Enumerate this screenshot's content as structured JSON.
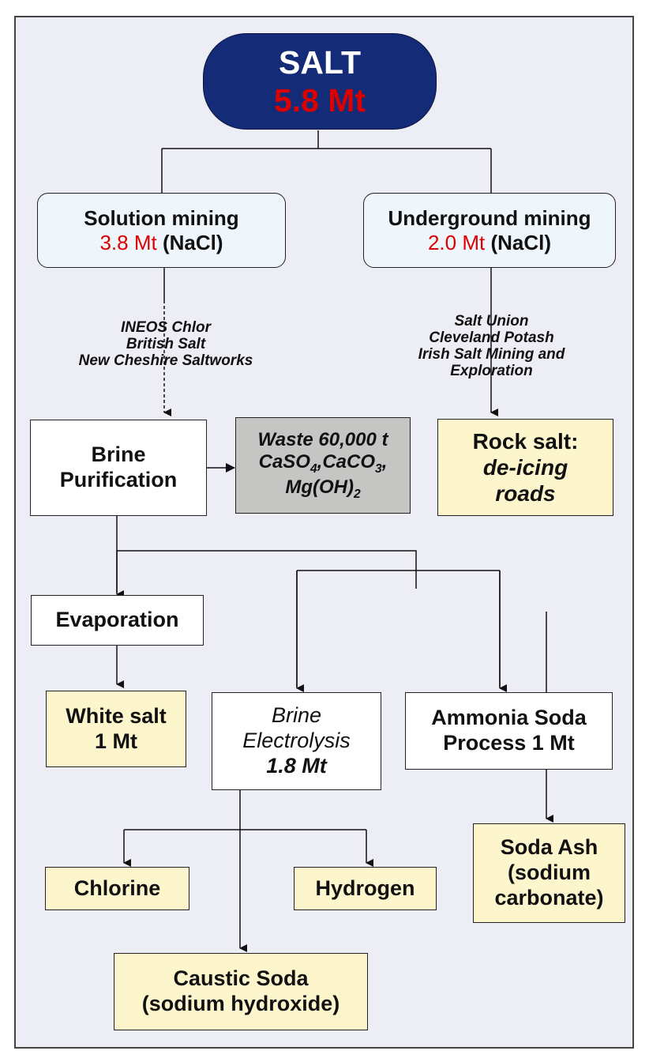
{
  "salt": {
    "title": "SALT",
    "amount": "5.8 Mt"
  },
  "solution_mining": {
    "title": "Solution mining",
    "amount": "3.8 Mt",
    "formula": "(NaCl)"
  },
  "underground_mining": {
    "title": "Underground mining",
    "amount": "2.0 Mt",
    "formula": "(NaCl)"
  },
  "solution_companies": [
    "INEOS Chlor",
    "British Salt",
    "New Cheshire Saltworks"
  ],
  "underground_companies": [
    "Salt Union",
    "Cleveland Potash",
    "Irish Salt Mining and",
    "Exploration"
  ],
  "brine_purification": {
    "line1": "Brine",
    "line2": "Purification"
  },
  "waste": {
    "line1": "Waste 60,000 t",
    "line2a": "CaSO",
    "sub1": "4",
    "line2b": ",CaCO",
    "sub2": "3",
    "line2c": ",",
    "line3a": "Mg(OH)",
    "sub3": "2"
  },
  "rock_salt": {
    "line1": "Rock salt:",
    "line2": "de-icing",
    "line3": "roads"
  },
  "evaporation": "Evaporation",
  "white_salt": {
    "line1": "White salt",
    "line2": "1 Mt"
  },
  "brine_electrolysis": {
    "line1": "Brine",
    "line2": "Electrolysis",
    "line3": "1.8 Mt"
  },
  "ammonia_soda": {
    "line1": "Ammonia Soda",
    "line2": "Process 1 Mt"
  },
  "soda_ash": {
    "line1": "Soda Ash",
    "line2": "(sodium",
    "line3": "carbonate)"
  },
  "chlorine": "Chlorine",
  "hydrogen": "Hydrogen",
  "caustic_soda": {
    "line1": "Caustic Soda",
    "line2": "(sodium hydroxide)"
  },
  "colors": {
    "frame_bg": "#ededf6",
    "salt_bg": "#142b77",
    "accent_red": "#dd0000",
    "cream": "#fdf6cc",
    "waste_grey": "#c5c5c3"
  }
}
